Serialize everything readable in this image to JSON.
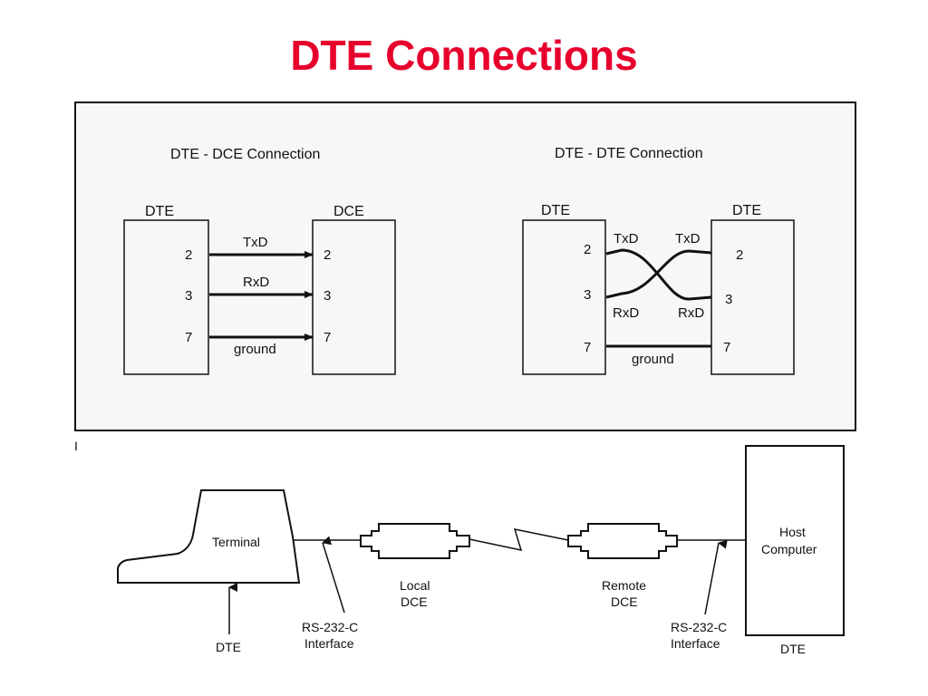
{
  "title": "DTE Connections",
  "colors": {
    "title": "#e8002d",
    "panel_bg": "#f7f7f7",
    "line": "#111111"
  },
  "top_panel": {
    "left": {
      "heading": "DTE - DCE Connection",
      "left_box": "DTE",
      "right_box": "DCE",
      "pins_left": [
        "2",
        "3",
        "7"
      ],
      "pins_right": [
        "2",
        "3",
        "7"
      ],
      "signals": [
        "TxD",
        "RxD",
        "ground"
      ]
    },
    "right": {
      "heading": "DTE - DTE Connection",
      "left_box": "DTE",
      "right_box": "DTE",
      "pins_left": [
        "2",
        "3",
        "7"
      ],
      "pins_right": [
        "2",
        "3",
        "7"
      ],
      "left_signals": [
        "TxD",
        "RxD"
      ],
      "right_signals": [
        "TxD",
        "RxD"
      ],
      "ground": "ground"
    }
  },
  "bottom": {
    "terminal": "Terminal",
    "terminal_role": "DTE",
    "interface_left": [
      "RS-232-C",
      "Interface"
    ],
    "local_dce": [
      "Local",
      "DCE"
    ],
    "remote_dce": [
      "Remote",
      "DCE"
    ],
    "interface_right": [
      "RS-232-C",
      "Interface"
    ],
    "host": [
      "Host",
      "Computer"
    ],
    "host_role": "DTE",
    "stray_mark": "I"
  }
}
